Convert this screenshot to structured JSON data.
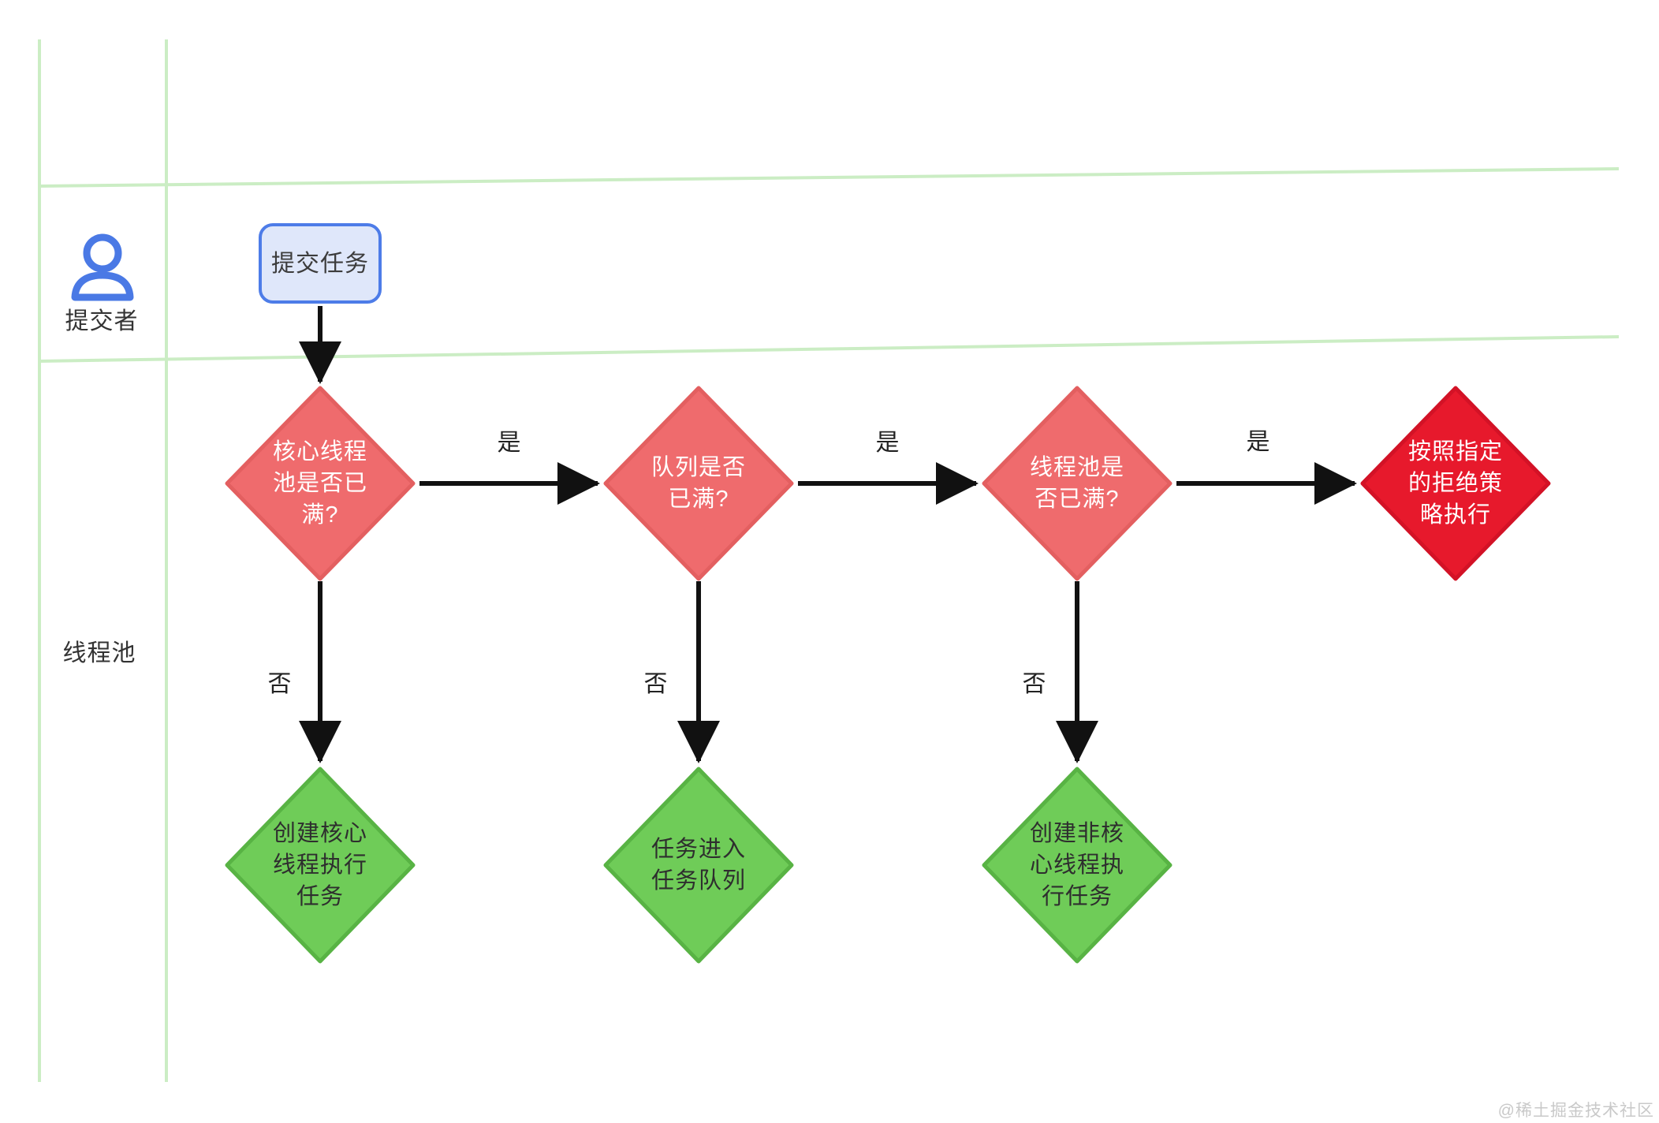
{
  "lanes": {
    "submitter_label": "提交者",
    "pool_label": "线程池"
  },
  "nodes": {
    "submit_task": {
      "label": "提交任务"
    },
    "decisions": [
      {
        "id": "core-pool-full",
        "label": "核心线程\n池是否已\n满?"
      },
      {
        "id": "queue-full",
        "label": "队列是否\n已满?"
      },
      {
        "id": "thread-pool-full",
        "label": "线程池是\n否已满?"
      },
      {
        "id": "reject-policy",
        "label": "按照指定\n的拒绝策\n略执行"
      }
    ],
    "actions": [
      {
        "id": "create-core-thread",
        "label": "创建核心\n线程执行\n任务"
      },
      {
        "id": "enqueue-task",
        "label": "任务进入\n任务队列"
      },
      {
        "id": "create-noncore-thread",
        "label": "创建非核\n心线程执\n行任务"
      }
    ]
  },
  "edge_labels": {
    "yes": "是",
    "no": "否"
  },
  "watermark": "@稀土掘金技术社区",
  "colors": {
    "grid": "#cbedc4",
    "arrow": "#111111",
    "blue": "#4a79e5",
    "blue_box_fill": "#dfe7fa",
    "blue_box_border": "#4d7ce8",
    "decision_fill": "#ef6b6d",
    "decision_border": "#e35f60",
    "reject_fill": "#e7192c",
    "reject_border": "#d31226",
    "action_fill": "#6fcc58",
    "action_border": "#58b344",
    "none": "none"
  }
}
